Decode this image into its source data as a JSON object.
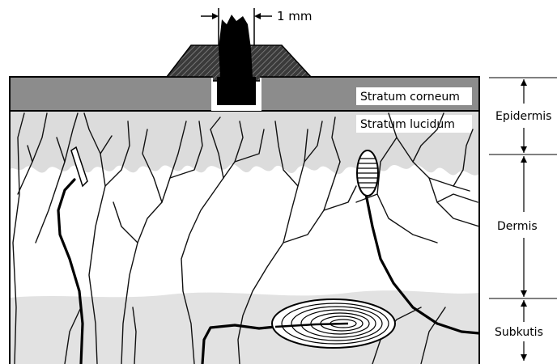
{
  "labels": {
    "scale": "1 mm",
    "stratum_corneum": "Stratum corneum",
    "stratum_lucidum": "Stratum lucidum",
    "epidermis": "Epidermis",
    "dermis": "Dermis",
    "subkutis": "Subkutis"
  },
  "colors": {
    "corneum": "#8c8c8c",
    "lucidum": "#dcdcdc",
    "subcutis_band": "#e2e2e2",
    "ink": "#000000"
  }
}
